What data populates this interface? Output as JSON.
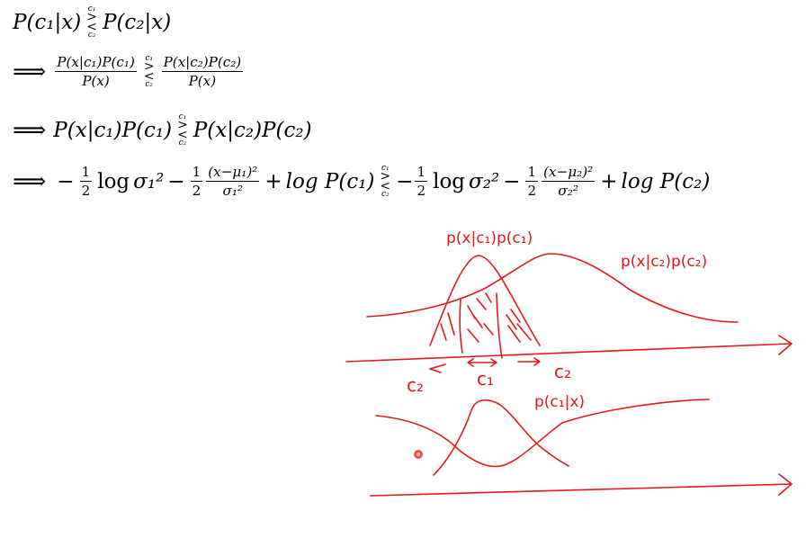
{
  "equations": {
    "line1": {
      "left": "P(c₁|x)",
      "top_label": "c₁",
      "bottom_label": "c₂",
      "right": "P(c₂|x)"
    },
    "line2": {
      "implies": "⟹",
      "left_num": "P(x|c₁)P(c₁)",
      "left_den": "P(x)",
      "top_label": "c₁",
      "bottom_label": "c₂",
      "right_num": "P(x|c₂)P(c₂)",
      "right_den": "P(x)"
    },
    "line3": {
      "implies": "⟹",
      "left": "P(x|c₁)P(c₁)",
      "top_label": "c₁",
      "bottom_label": "c₂",
      "right": "P(x|c₂)P(c₂)"
    },
    "line4": {
      "implies": "⟹",
      "minus": "−",
      "half_num": "1",
      "half_den": "2",
      "log": "log",
      "sigma1": "σ₁²",
      "sigma2": "σ₂²",
      "num1": "(x−μ₁)²",
      "num2": "(x−μ₂)²",
      "plus": "+",
      "logp1": "log P(c₁)",
      "logp2": "log P(c₂)",
      "top_label": "c₁",
      "bottom_label": "c₂"
    }
  },
  "sketch": {
    "label_joint1": "p(x|c₁)p(c₁)",
    "label_joint2": "p(x|c₂)p(c₂)",
    "label_c2_left": "c₂",
    "label_c1": "c₁",
    "label_c2_right": "c₂",
    "label_posterior": "p(c₁|x)",
    "ink_color": "#e3191c"
  }
}
